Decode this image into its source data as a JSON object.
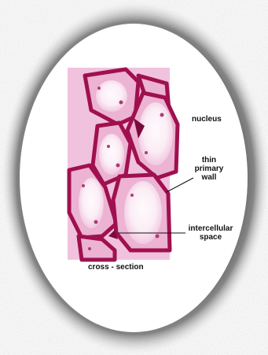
{
  "labels": {
    "nucleus": "nucleus",
    "thin_primary_wall": [
      "thin",
      "primary",
      "wall"
    ],
    "intercellular_space": [
      "intercellular",
      "space"
    ],
    "cross_section": "cross - section"
  },
  "colors": {
    "cell_wall": "#a0104f",
    "cytoplasm": "#f1c2dd",
    "vacuole": "#fbeef6",
    "nucleus": "#b03a77",
    "frame_shadow": "#6a6a6a",
    "background": "#ffffff",
    "text": "#111111"
  }
}
